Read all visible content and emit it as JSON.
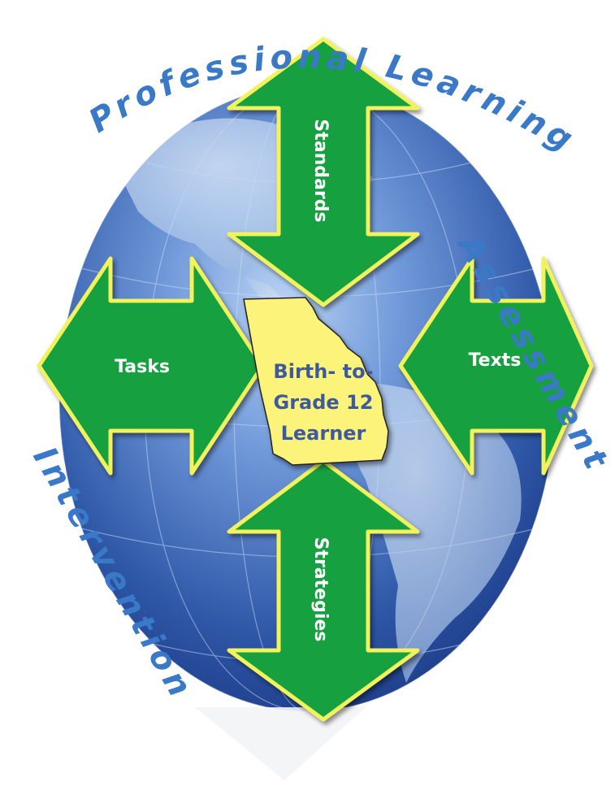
{
  "ring_labels": {
    "top": "Professional Learning",
    "left": "Intervention",
    "right": "Assessment"
  },
  "arrows": {
    "top": "Standards",
    "left": "Tasks",
    "right": "Texts",
    "bottom": "Strategies"
  },
  "center": {
    "line1": "Birth- to-",
    "line2": "Grade 12",
    "line3": "Learner"
  },
  "colors": {
    "arrow_fill": "#13a040",
    "arrow_stroke": "#f2f25c",
    "center_fill": "#fbf37a",
    "globe_dark": "#1f3f8e",
    "globe_light": "#a9c6ee",
    "ring_text": "#3a78c8"
  }
}
